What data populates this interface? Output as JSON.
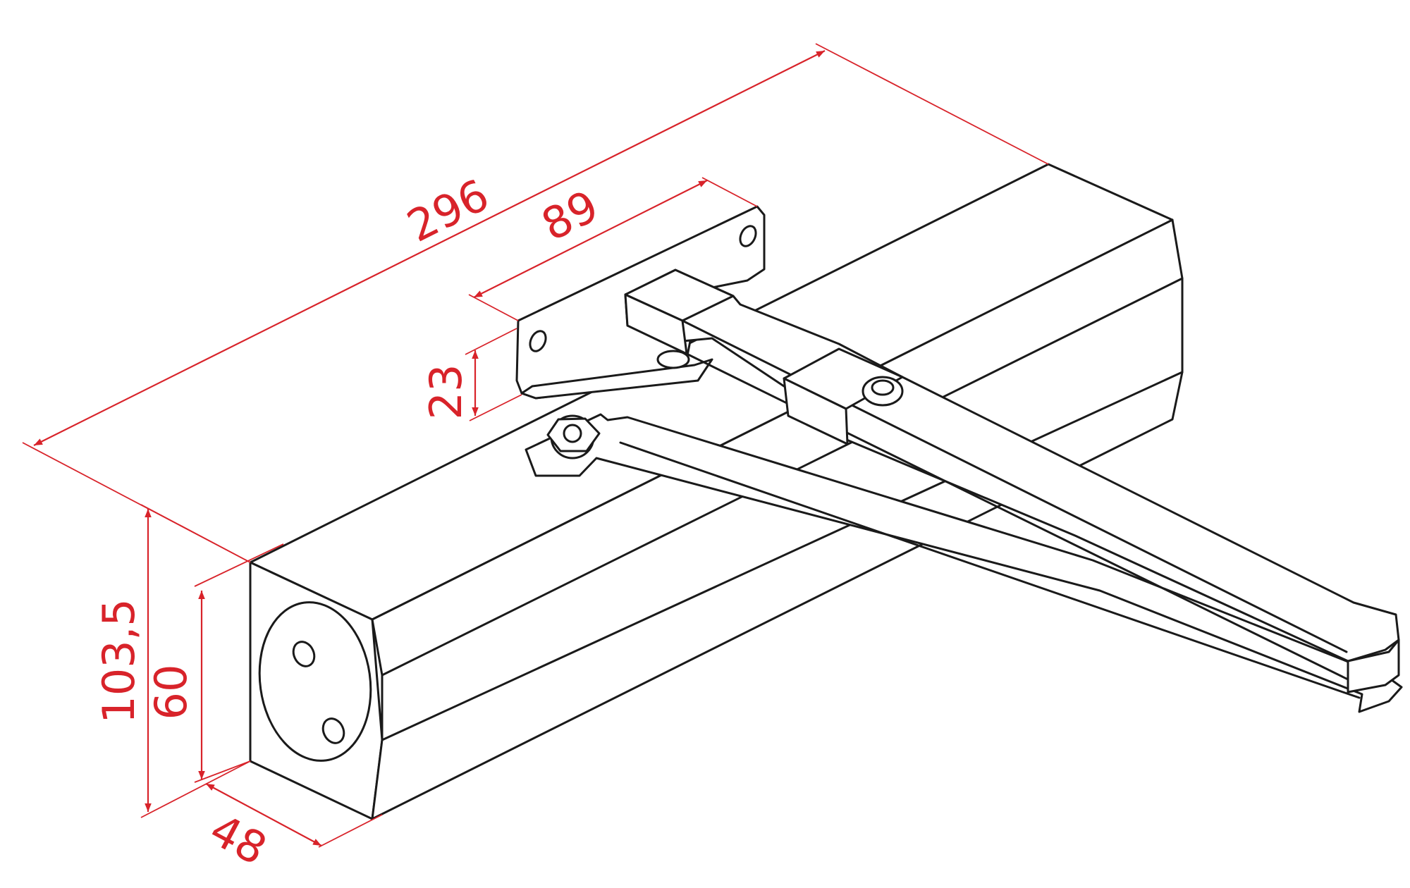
{
  "dimensions": {
    "overall_length": "296",
    "bracket_length": "89",
    "bracket_height": "23",
    "total_height": "103,5",
    "body_height": "60",
    "body_depth": "48"
  },
  "colors": {
    "dimension": "#d8232a",
    "outline": "#1a1a1a",
    "background": "#ffffff"
  }
}
